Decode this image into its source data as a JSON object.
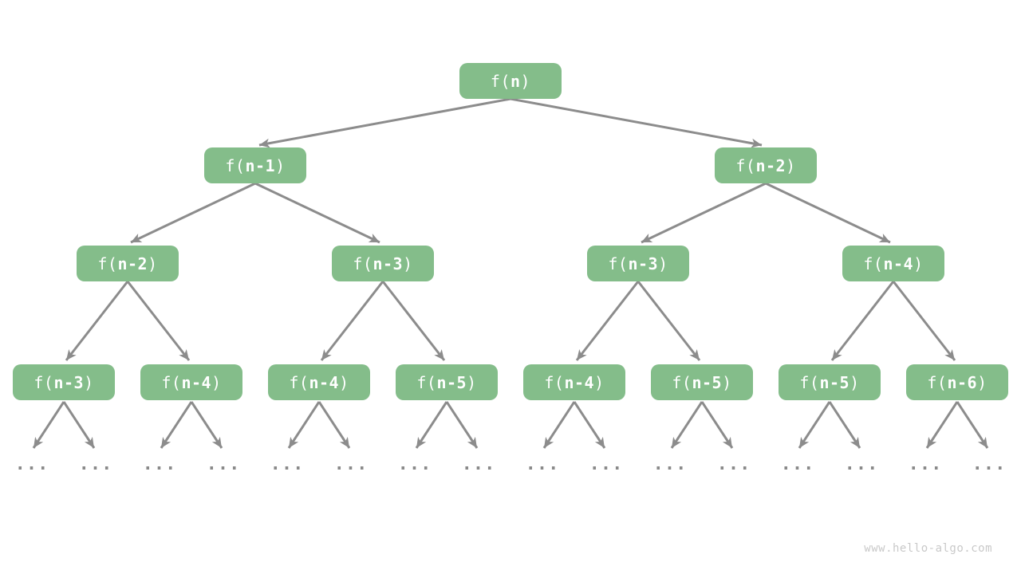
{
  "colors": {
    "node_fill": "#84bd8a",
    "node_text": "#ffffff",
    "arrow": "#8c8c8c",
    "ellipsis": "#8a8a8a",
    "watermark": "#c9c9c9",
    "background": "#ffffff"
  },
  "tree": {
    "description": "recursion tree of f(n), each node expands into two subproblems",
    "node_prefix": "f(",
    "node_suffix": ")",
    "levels": [
      {
        "args": [
          "n"
        ]
      },
      {
        "args": [
          "n-1",
          "n-2"
        ]
      },
      {
        "args": [
          "n-2",
          "n-3",
          "n-3",
          "n-4"
        ]
      },
      {
        "args": [
          "n-3",
          "n-4",
          "n-4",
          "n-5",
          "n-4",
          "n-5",
          "n-5",
          "n-6"
        ]
      }
    ],
    "ellipsis": "..."
  },
  "watermark": "www.hello-algo.com"
}
